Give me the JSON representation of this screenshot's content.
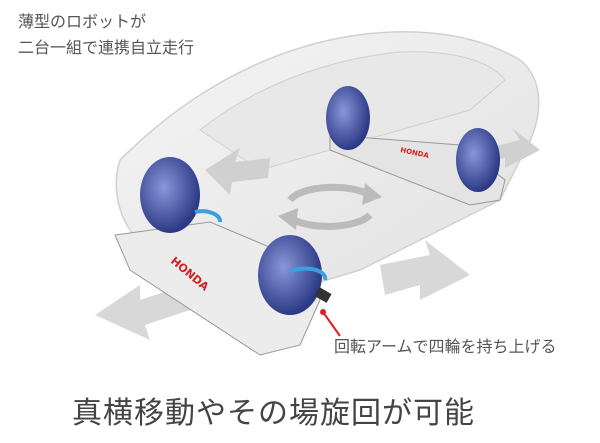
{
  "captions": {
    "line1": "薄型のロボットが",
    "line2": "二台一組で連携自立走行",
    "arm_note": "回転アームで四輪を持ち上げる",
    "headline": "真横移動やその場旋回が可能"
  },
  "robot_logo": "HONDA",
  "colors": {
    "wheel": "#4a5aa8",
    "arrow": "#d8d8d8",
    "rotation_arrow": "#3aa0e0",
    "leader": "#e02020",
    "logo": "#d42020"
  }
}
